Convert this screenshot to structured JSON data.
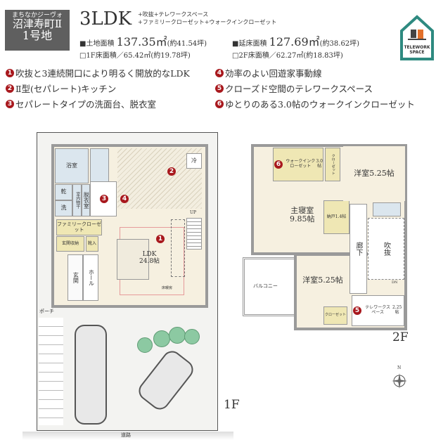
{
  "header": {
    "series": "まちなかジーヴォ",
    "site": "沼津寿町Ⅱ",
    "lot": "1号地",
    "plan_type": "3LDK",
    "plan_extras": [
      "+吹抜+テレワークスペース",
      "+ファミリークローゼット+ウォークインクローゼット"
    ],
    "land_area_label": "■土地面積",
    "land_area_value": "137.35㎡",
    "land_area_tsubo": "(約41.54坪)",
    "floor_area_label": "■延床面積",
    "floor_area_value": "127.69㎡",
    "floor_area_tsubo": "(約38.62坪)",
    "f1_area": "□1F床面積／65.42㎡(約19.78坪)",
    "f2_area": "□2F床面積／62.27㎡(約18.83坪)",
    "badge": "TELEWORK SPACE"
  },
  "features": [
    {
      "num": "1",
      "text": "吹抜と3連続開口により明るく開放的なLDK"
    },
    {
      "num": "2",
      "text": "Ⅱ型(セパレート)キッチン"
    },
    {
      "num": "3",
      "text": "セパレートタイプの洗面台、脱衣室"
    },
    {
      "num": "4",
      "text": "効率のよい回遊家事動線"
    },
    {
      "num": "5",
      "text": "クローズド空間のテレワークスペース"
    },
    {
      "num": "6",
      "text": "ゆとりのある3.0帖のウォークインクローゼット"
    }
  ],
  "floor1": {
    "label": "1F",
    "rooms": {
      "bath": "浴室",
      "dry": "乾",
      "wash": "洗",
      "dressing": "脱衣室",
      "indoor_dry": "室内物干",
      "fridge": "冷",
      "family_closet": "ファミリークローゼット",
      "entrance_storage": "玄関収納",
      "shoes": "靴入",
      "ldk": "LDK",
      "ldk_size": "24.8帖",
      "hall": "ホール",
      "entrance": "玄関",
      "porch": "ポーチ",
      "up": "UP",
      "floor_heating": "床暖房"
    },
    "road": "道路"
  },
  "floor2": {
    "label": "2F",
    "rooms": {
      "wic": "ウォークインクローゼット",
      "wic_size": "3.0帖",
      "closet": "クローゼット",
      "western1": "洋室",
      "western1_size": "5.25帖",
      "master": "主寝室",
      "master_size": "9.85帖",
      "storage": "納戸",
      "storage_size": "1.4帖",
      "corridor": "廊下",
      "void": "吹抜",
      "western2": "洋室",
      "western2_size": "5.25帖",
      "balcony": "バルコニー",
      "closet2": "クローゼット",
      "telework": "テレワークスペース",
      "telework_size": "2.25帖",
      "dn": "DN"
    }
  },
  "compass": "N",
  "colors": {
    "marker": "#a8181d",
    "badge": "#2e8a80"
  }
}
